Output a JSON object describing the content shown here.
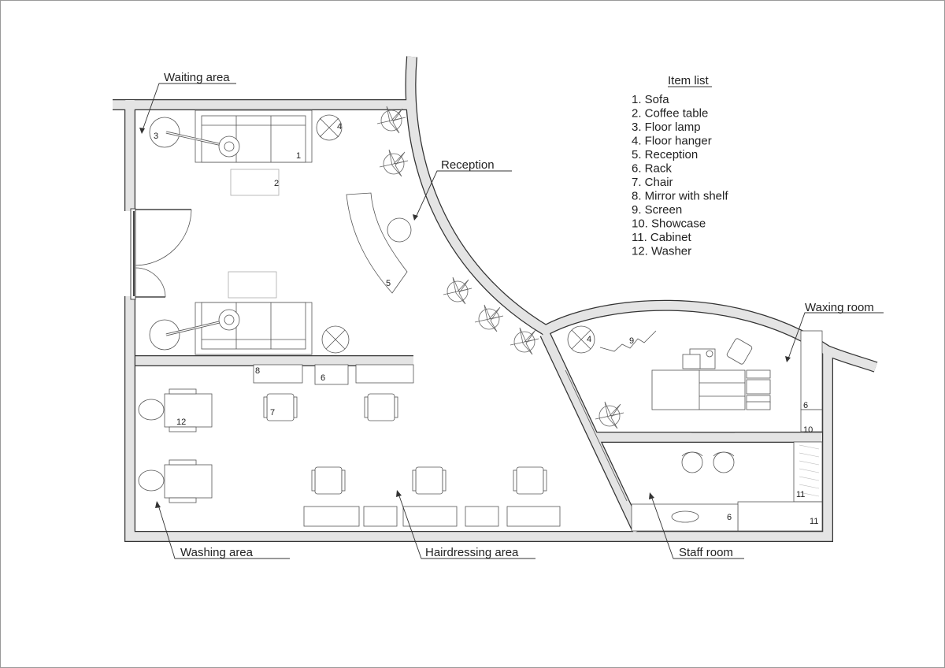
{
  "zones": {
    "waiting": "Waiting area",
    "reception": "Reception",
    "waxing": "Waxing room",
    "washing": "Washing area",
    "hairdressing": "Hairdressing area",
    "staff": "Staff room"
  },
  "item_list": {
    "title": "Item list",
    "items": [
      "1. Sofa",
      "2. Coffee table",
      "3. Floor lamp",
      "4. Floor hanger",
      "5. Reception",
      "6. Rack",
      "7. Chair",
      "8. Mirror with shelf",
      "9. Screen",
      "10. Showcase",
      "11. Cabinet",
      "12. Washer"
    ]
  },
  "plan_numbers": {
    "sofa": "1",
    "coffee_table": "2",
    "floor_lamp": "3",
    "hanger_waiting": "4",
    "reception_desk": "5",
    "rack_hair": "6",
    "chair": "7",
    "mirror": "8",
    "screen": "9",
    "hanger_waxing": "4",
    "rack_waxing": "6",
    "showcase": "10",
    "cabinet_tall": "11",
    "cabinet_low": "11",
    "rack_staff": "6",
    "washer": "12"
  }
}
